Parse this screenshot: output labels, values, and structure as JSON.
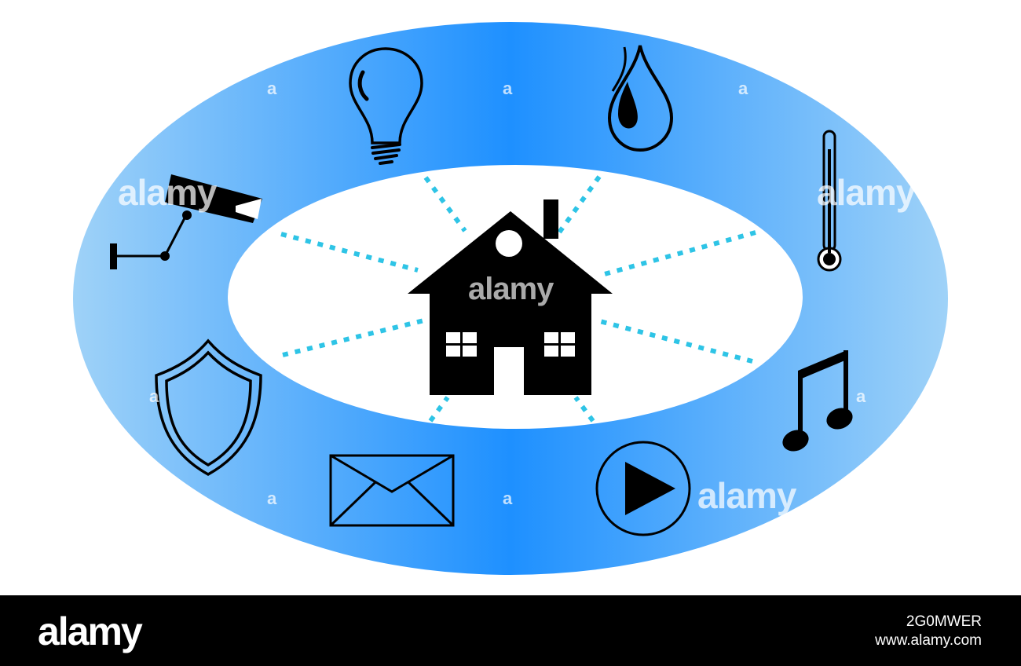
{
  "colors": {
    "ring_center": "#1E90FF",
    "ring_edge": "#9FD2F8",
    "connector_dots": "#2EC4E6",
    "icon_stroke": "#000000",
    "footer_bg": "#000000"
  },
  "icons": [
    "light-bulb-icon",
    "water-drop-icon",
    "thermometer-icon",
    "music-note-icon",
    "play-button-icon",
    "envelope-icon",
    "shield-icon",
    "security-camera-icon",
    "house-icon"
  ],
  "watermarks": {
    "brand": "alamy",
    "letter": "a"
  },
  "footer": {
    "logo": "alamy",
    "image_id": "2G0MWER",
    "site": "www.alamy.com"
  }
}
